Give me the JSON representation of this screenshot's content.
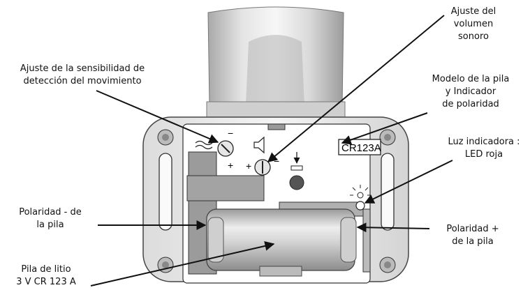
{
  "labels": {
    "sensitivity": "Ajuste de la sensibilidad de\ndetección del movimiento",
    "volume": "Ajuste del\nvolumen\nsonoro",
    "battery_model": "Modelo de la pila\ny Indicador\nde polaridad",
    "led": "Luz indicadora :\nLED roja",
    "polarity_minus": "Polaridad - de\nla pila",
    "polarity_plus": "Polaridad +\nde la pila",
    "battery": "Pila de litio\n3 V CR 123 A"
  },
  "device": {
    "battery_marking": "CR123A",
    "sens_minus": "−",
    "sens_plus": "+",
    "vol_plus": "+",
    "vol_minus": "−"
  }
}
